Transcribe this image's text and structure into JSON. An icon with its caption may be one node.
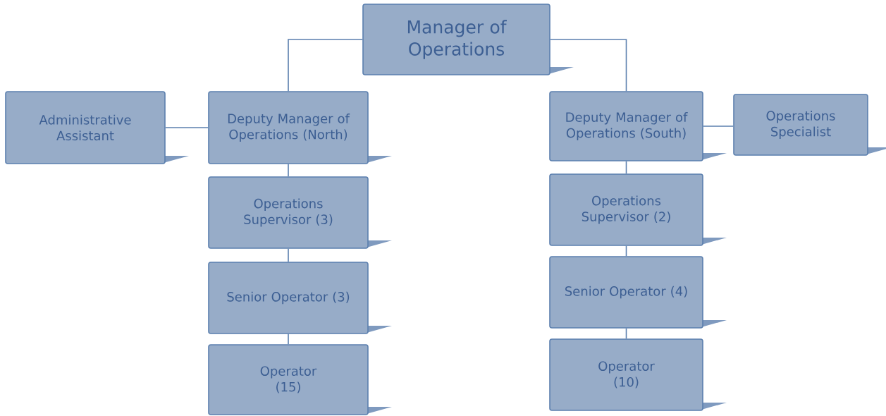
{
  "diagram": {
    "nodes": [
      {
        "text": [
          "Manager of Operations"
        ]
      },
      {
        "text": [
          "Administrative Assistant"
        ]
      },
      {
        "text": [
          "Deputy Manager of Operations (North)"
        ]
      },
      {
        "text": [
          "Deputy Manager of Operations (South)"
        ]
      },
      {
        "text": [
          "Operations Specialist"
        ]
      },
      {
        "text": [
          "Operations Supervisor (3)"
        ]
      },
      {
        "text": [
          "Operations Supervisor (2)"
        ]
      },
      {
        "text": [
          "Senior Operator (3)"
        ]
      },
      {
        "text": [
          "Senior Operator (4)"
        ]
      },
      {
        "text": [
          "Operator (15)"
        ]
      },
      {
        "text": [
          "Operator (10)"
        ]
      }
    ],
    "edges": [
      {
        "from": 0,
        "to": 2,
        "arrow": "none"
      },
      {
        "from": 0,
        "to": 3,
        "arrow": "none"
      },
      {
        "from": 2,
        "to": 1,
        "arrow": "none"
      },
      {
        "from": 3,
        "to": 4,
        "arrow": "none"
      },
      {
        "from": 2,
        "to": 5,
        "arrow": "none"
      },
      {
        "from": 5,
        "to": 7,
        "arrow": "none"
      },
      {
        "from": 7,
        "to": 9,
        "arrow": "none"
      },
      {
        "from": 3,
        "to": 6,
        "arrow": "none"
      },
      {
        "from": 6,
        "to": 8,
        "arrow": "none"
      },
      {
        "from": 8,
        "to": 10,
        "arrow": "none"
      }
    ]
  }
}
